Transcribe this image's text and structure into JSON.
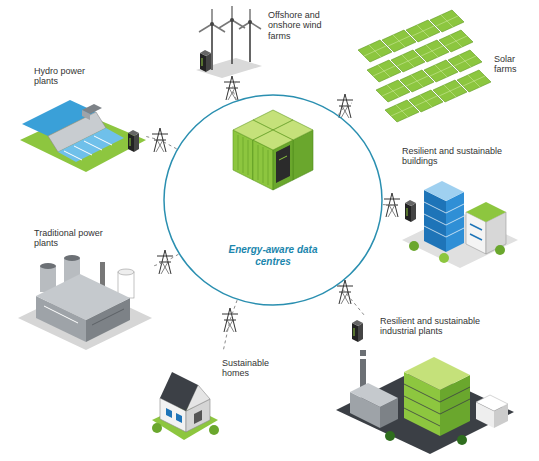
{
  "diagram": {
    "nodes": [
      {
        "text": [
          "Offshore and onshore wind farms"
        ]
      },
      {
        "text": [
          "Solar farms"
        ]
      },
      {
        "text": [
          "Hydro power plants"
        ]
      },
      {
        "text": [
          "Energy-aware data centres"
        ]
      },
      {
        "text": [
          "Resilient and sustainable buildings"
        ]
      },
      {
        "text": [
          "Traditional power plants"
        ]
      },
      {
        "text": [
          "Resilient and sustainable industrial plants"
        ]
      },
      {
        "text": [
          "Sustainable homes"
        ]
      }
    ],
    "edges": [
      {
        "from": 3,
        "to": 0,
        "arrow": "none"
      },
      {
        "from": 3,
        "to": 1,
        "arrow": "none"
      },
      {
        "from": 3,
        "to": 2,
        "arrow": "none"
      },
      {
        "from": 3,
        "to": 4,
        "arrow": "none"
      },
      {
        "from": 3,
        "to": 5,
        "arrow": "none"
      },
      {
        "from": 3,
        "to": 6,
        "arrow": "none"
      },
      {
        "from": 3,
        "to": 7,
        "arrow": "none"
      }
    ]
  }
}
